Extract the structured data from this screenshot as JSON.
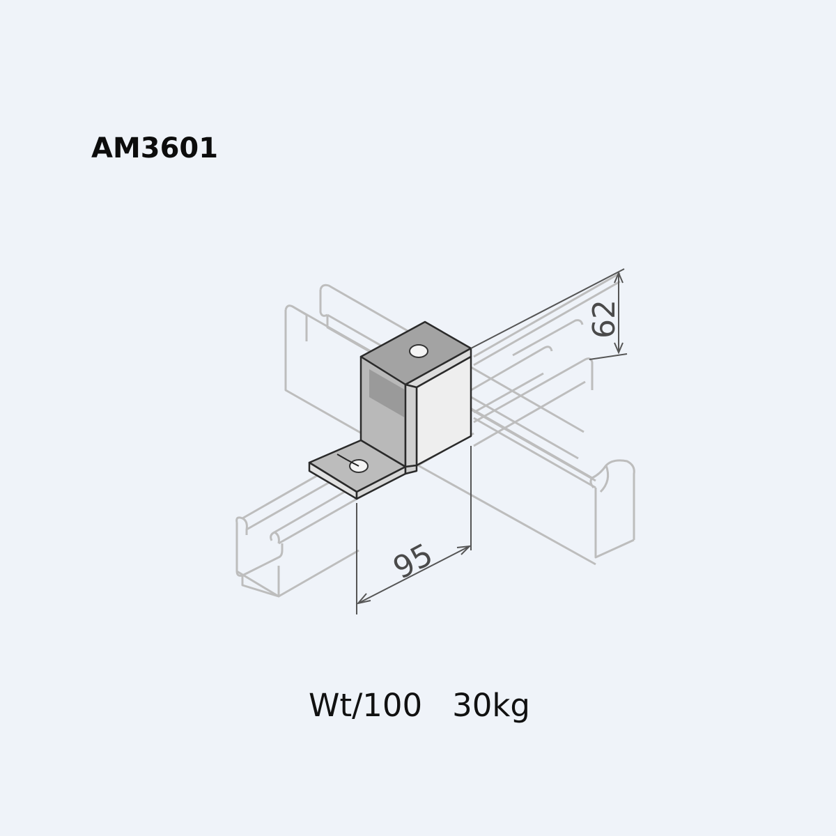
{
  "part": {
    "code": "AM3601"
  },
  "dimensions": {
    "height": "62",
    "width": "95"
  },
  "weight": {
    "text": "Wt/100   30kg"
  },
  "colors": {
    "background": "#eff3f9",
    "channel_outline": "#bdbdbd",
    "bracket_outline": "#2a2a2a",
    "bracket_face_light": "#c9c9c9",
    "bracket_face_dark": "#8f8f8f",
    "bracket_top": "#9a9a9a",
    "dimension_line": "#555555"
  }
}
